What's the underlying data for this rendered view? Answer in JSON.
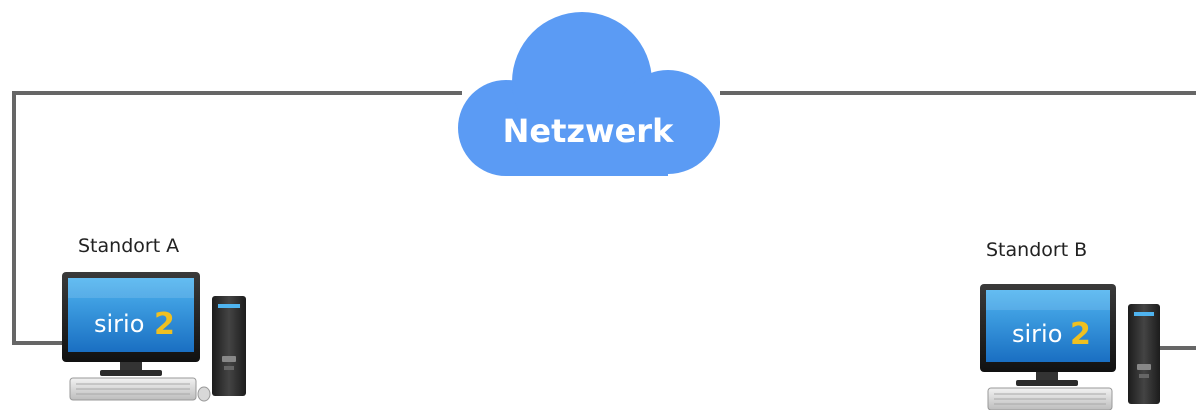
{
  "network": {
    "label": "Netzwerk",
    "color": "#5b9bf4"
  },
  "sites": [
    {
      "label": "Standort A",
      "screen_text": "sirio",
      "screen_num": "2"
    },
    {
      "label": "Standort B",
      "screen_text": "sirio",
      "screen_num": "2"
    }
  ],
  "colors": {
    "line": "#666666",
    "cloud": "#5b9bf4",
    "screen": "#2a8fd8",
    "brand_accent": "#f0c020"
  },
  "icons": [
    "cloud-icon",
    "desktop-computer-icon"
  ]
}
